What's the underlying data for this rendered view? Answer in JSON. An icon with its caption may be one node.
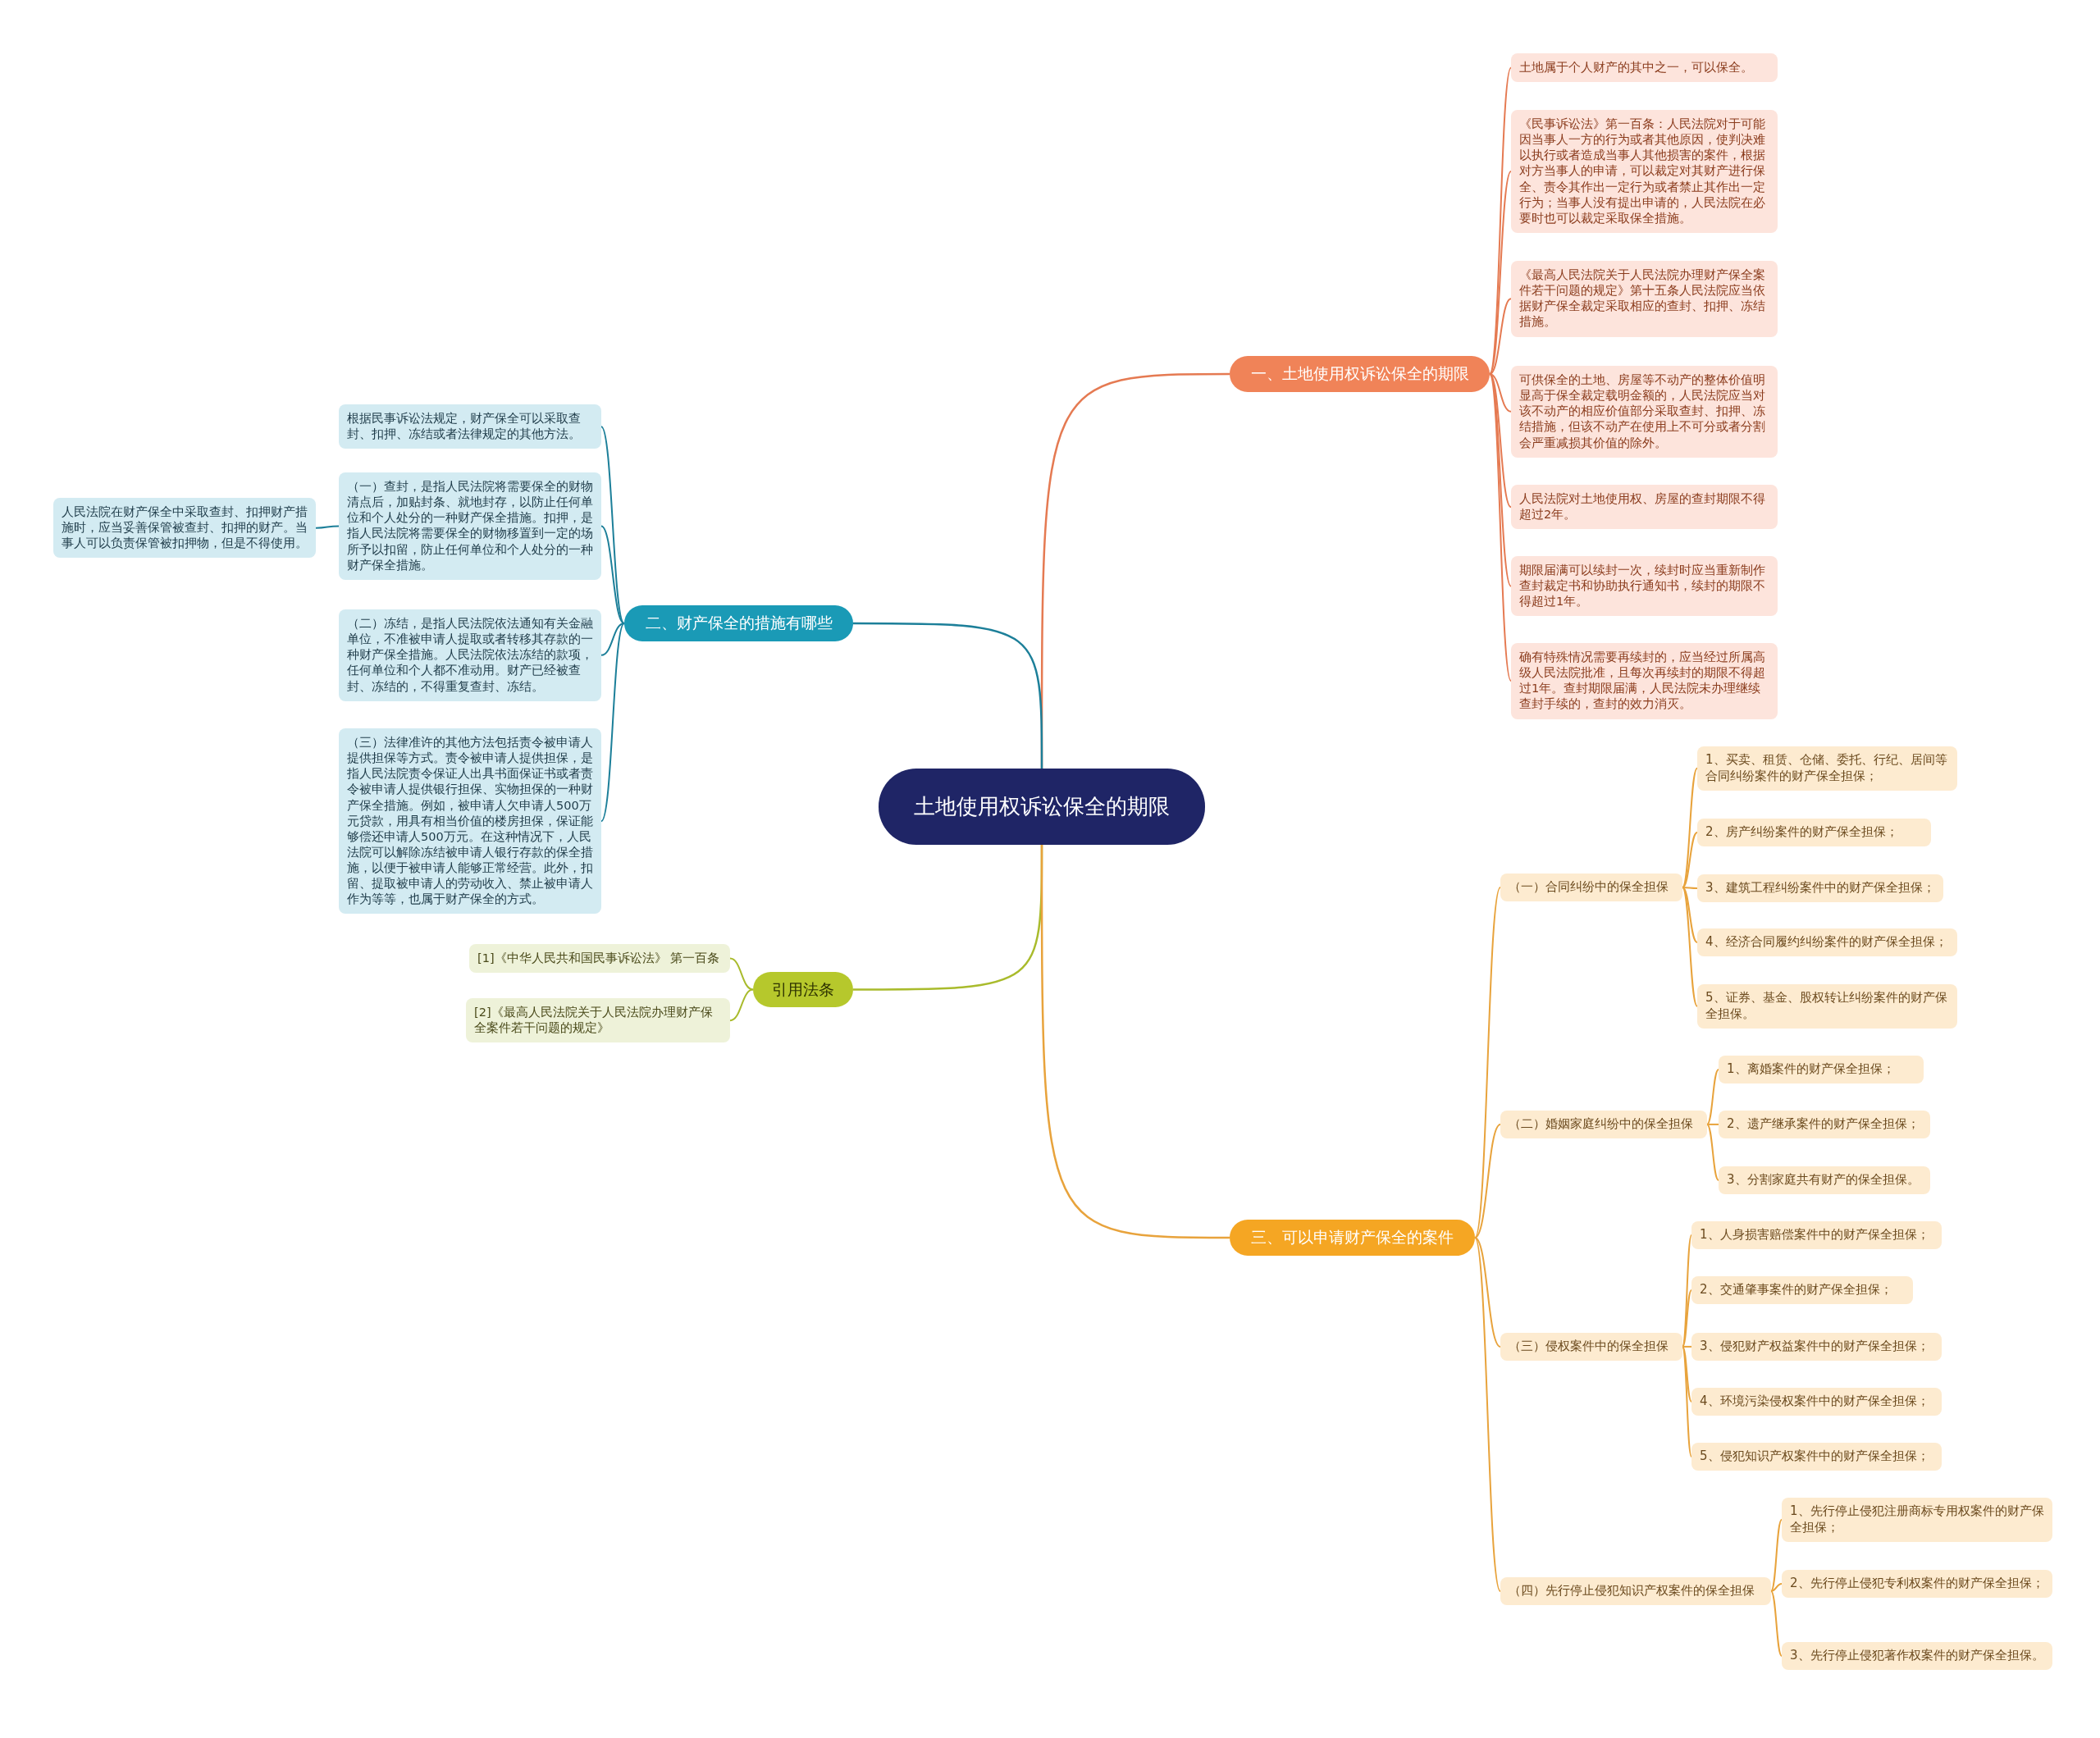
{
  "diagram": {
    "nodes": [
      {
        "text": [
          "土地使用权诉讼保全的期限"
        ]
      },
      {
        "text": [
          "一、土地使用权诉讼保全的期限"
        ]
      },
      {
        "text": [
          "土地属于个人财产的其中之一，可以保全。"
        ]
      },
      {
        "text": [
          "《民事诉讼法》第一百条：人民法院对于可能因当事人一方的行为或者其他原因，使判决难以执行或者造成当事人其他损害的案件，根据对方当事人的申请，可以裁定对其财产进行保全、责令其作出一定行为或者禁止其作出一定行为；当事人没有提出申请的，人民法院在必要时也可以裁定采取保全措施。"
        ]
      },
      {
        "text": [
          "《最高人民法院关于人民法院办理财产保全案件若干问题的规定》第十五条人民法院应当依据财产保全裁定采取相应的查封、扣押、冻结措施。"
        ]
      },
      {
        "text": [
          "可供保全的土地、房屋等不动产的整体价值明显高于保全裁定载明金额的，人民法院应当对该不动产的相应价值部分采取查封、扣押、冻结措施，但该不动产在使用上不可分或者分割会严重减损其价值的除外。"
        ]
      },
      {
        "text": [
          "人民法院对土地使用权、房屋的查封期限不得超过2年。"
        ]
      },
      {
        "text": [
          "期限届满可以续封一次，续封时应当重新制作查封裁定书和协助执行通知书，续封的期限不得超过1年。"
        ]
      },
      {
        "text": [
          "确有特殊情况需要再续封的，应当经过所属高级人民法院批准，且每次再续封的期限不得超过1年。查封期限届满，人民法院未办理继续查封手续的，查封的效力消灭。"
        ]
      },
      {
        "text": [
          "二、财产保全的措施有哪些"
        ]
      },
      {
        "text": [
          "根据民事诉讼法规定，财产保全可以采取查封、扣押、冻结或者法律规定的其他方法。"
        ]
      },
      {
        "text": [
          "（一）查封，是指人民法院将需要保全的财物清点后，加贴封条、就地封存，以防止任何单位和个人处分的一种财产保全措施。扣押，是指人民法院将需要保全的财物移置到一定的场所予以扣留，防止任何单位和个人处分的一种财产保全措施。"
        ]
      },
      {
        "text": [
          "人民法院在财产保全中采取查封、扣押财产措施时，应当妥善保管被查封、扣押的财产。当事人可以负责保管被扣押物，但是不得使用。"
        ]
      },
      {
        "text": [
          "（二）冻结，是指人民法院依法通知有关金融单位，不准被申请人提取或者转移其存款的一种财产保全措施。人民法院依法冻结的款项，任何单位和个人都不准动用。财产已经被查封、冻结的，不得重复查封、冻结。"
        ]
      },
      {
        "text": [
          "（三）法律准许的其他方法包括责令被申请人提供担保等方式。责令被申请人提供担保，是指人民法院责令保证人出具书面保证书或者责令被申请人提供银行担保、实物担保的一种财产保全措施。例如，被申请人欠申请人500万元贷款，用具有相当价值的楼房担保，保证能够偿还申请人500万元。在这种情况下，人民法院可以解除冻结被申请人银行存款的保全措施，以便于被申请人能够正常经营。此外，扣留、提取被申请人的劳动收入、禁止被申请人作为等等，也属于财产保全的方式。"
        ]
      },
      {
        "text": [
          "引用法条"
        ]
      },
      {
        "text": [
          "[1]《中华人民共和国民事诉讼法》 第一百条"
        ]
      },
      {
        "text": [
          "[2]《最高人民法院关于人民法院办理财产保全案件若干问题的规定》"
        ]
      },
      {
        "text": [
          "三、可以申请财产保全的案件"
        ]
      },
      {
        "text": [
          "（一）合同纠纷中的保全担保"
        ]
      },
      {
        "text": [
          "1、买卖、租赁、仓储、委托、行纪、居间等合同纠纷案件的财产保全担保；"
        ]
      },
      {
        "text": [
          "2、房产纠纷案件的财产保全担保；"
        ]
      },
      {
        "text": [
          "3、建筑工程纠纷案件中的财产保全担保；"
        ]
      },
      {
        "text": [
          "4、经济合同履约纠纷案件的财产保全担保；"
        ]
      },
      {
        "text": [
          "5、证券、基金、股权转让纠纷案件的财产保全担保。"
        ]
      },
      {
        "text": [
          "（二）婚姻家庭纠纷中的保全担保"
        ]
      },
      {
        "text": [
          "1、离婚案件的财产保全担保；"
        ]
      },
      {
        "text": [
          "2、遗产继承案件的财产保全担保；"
        ]
      },
      {
        "text": [
          "3、分割家庭共有财产的保全担保。"
        ]
      },
      {
        "text": [
          "（三）侵权案件中的保全担保"
        ]
      },
      {
        "text": [
          "1、人身损害赔偿案件中的财产保全担保；"
        ]
      },
      {
        "text": [
          "2、交通肇事案件的财产保全担保；"
        ]
      },
      {
        "text": [
          "3、侵犯财产权益案件中的财产保全担保；"
        ]
      },
      {
        "text": [
          "4、环境污染侵权案件中的财产保全担保；"
        ]
      },
      {
        "text": [
          "5、侵犯知识产权案件中的财产保全担保；"
        ]
      },
      {
        "text": [
          "（四）先行停止侵犯知识产权案件的保全担保"
        ]
      },
      {
        "text": [
          "1、先行停止侵犯注册商标专用权案件的财产保全担保；"
        ]
      },
      {
        "text": [
          "2、先行停止侵犯专利权案件的财产保全担保；"
        ]
      },
      {
        "text": [
          "3、先行停止侵犯著作权案件的财产保全担保。"
        ]
      }
    ],
    "edges": [
      {
        "from": 0,
        "to": 1,
        "arrow": "none",
        "color": "#e57a52"
      },
      {
        "from": 1,
        "to": 2,
        "arrow": "none",
        "color": "#e57a52"
      },
      {
        "from": 1,
        "to": 3,
        "arrow": "none",
        "color": "#e57a52"
      },
      {
        "from": 1,
        "to": 4,
        "arrow": "none",
        "color": "#e57a52"
      },
      {
        "from": 1,
        "to": 5,
        "arrow": "none",
        "color": "#e57a52"
      },
      {
        "from": 1,
        "to": 6,
        "arrow": "none",
        "color": "#e57a52"
      },
      {
        "from": 1,
        "to": 7,
        "arrow": "none",
        "color": "#e57a52"
      },
      {
        "from": 1,
        "to": 8,
        "arrow": "none",
        "color": "#e57a52"
      },
      {
        "from": 0,
        "to": 9,
        "arrow": "none",
        "color": "#1c7f99"
      },
      {
        "from": 9,
        "to": 10,
        "arrow": "none",
        "color": "#1c7f99"
      },
      {
        "from": 9,
        "to": 11,
        "arrow": "none",
        "color": "#1c7f99"
      },
      {
        "from": 11,
        "to": 12,
        "arrow": "none",
        "color": "#1c7f99"
      },
      {
        "from": 9,
        "to": 13,
        "arrow": "none",
        "color": "#1c7f99"
      },
      {
        "from": 9,
        "to": 14,
        "arrow": "none",
        "color": "#1c7f99"
      },
      {
        "from": 0,
        "to": 15,
        "arrow": "none",
        "color": "#a9bb2c"
      },
      {
        "from": 15,
        "to": 16,
        "arrow": "none",
        "color": "#a9bb2c"
      },
      {
        "from": 15,
        "to": 17,
        "arrow": "none",
        "color": "#a9bb2c"
      },
      {
        "from": 0,
        "to": 18,
        "arrow": "none"
      },
      {
        "from": 18,
        "to": 19,
        "arrow": "none"
      },
      {
        "from": 19,
        "to": 20,
        "arrow": "none"
      },
      {
        "from": 19,
        "to": 21,
        "arrow": "none"
      },
      {
        "from": 19,
        "to": 22,
        "arrow": "none"
      },
      {
        "from": 19,
        "to": 23,
        "arrow": "none"
      },
      {
        "from": 19,
        "to": 24,
        "arrow": "none"
      },
      {
        "from": 18,
        "to": 25,
        "arrow": "none"
      },
      {
        "from": 25,
        "to": 26,
        "arrow": "none"
      },
      {
        "from": 25,
        "to": 27,
        "arrow": "none"
      },
      {
        "from": 25,
        "to": 28,
        "arrow": "none"
      },
      {
        "from": 18,
        "to": 29,
        "arrow": "none"
      },
      {
        "from": 29,
        "to": 30,
        "arrow": "none"
      },
      {
        "from": 29,
        "to": 31,
        "arrow": "none"
      },
      {
        "from": 29,
        "to": 32,
        "arrow": "none"
      },
      {
        "from": 29,
        "to": 33,
        "arrow": "none"
      },
      {
        "from": 29,
        "to": 34,
        "arrow": "none"
      },
      {
        "from": 18,
        "to": 35,
        "arrow": "none"
      },
      {
        "from": 35,
        "to": 36,
        "arrow": "none"
      },
      {
        "from": 35,
        "to": 37,
        "arrow": "none"
      },
      {
        "from": 35,
        "to": 38,
        "arrow": "none"
      }
    ]
  }
}
